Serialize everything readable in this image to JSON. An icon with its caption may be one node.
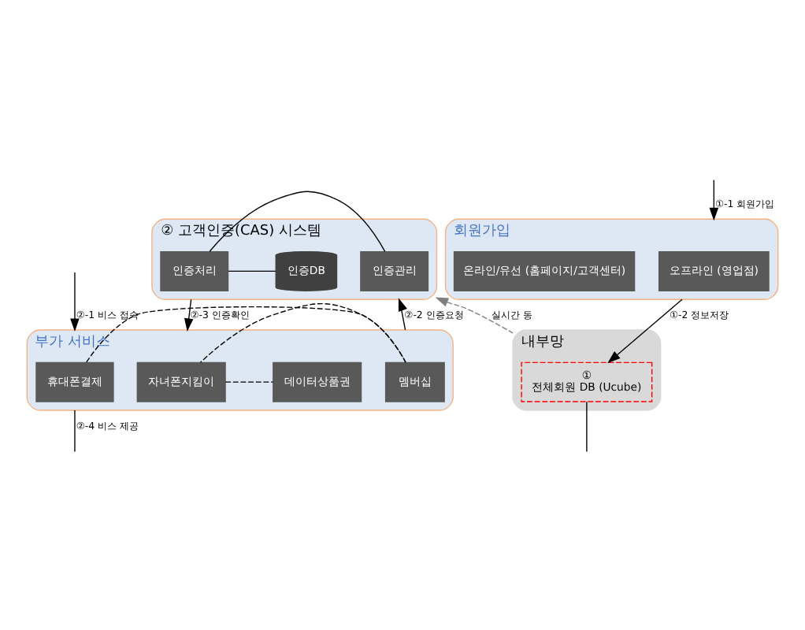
{
  "diagram": {
    "nodes": [
      {
        "text": [
          "② 고객인증(CAS) 시스템"
        ]
      },
      {
        "text": [
          "인증관리"
        ],
        "in": 0
      },
      {
        "text": [
          "인증처리"
        ],
        "in": 0
      },
      {
        "text": [
          "인증DB"
        ],
        "in": 0
      },
      {
        "text": [
          "부가 서비스"
        ]
      },
      {
        "text": [
          "휴대폰결제"
        ],
        "in": 4
      },
      {
        "text": [
          "멤버십"
        ],
        "in": 4
      },
      {
        "text": [
          "자녀폰지킴이"
        ],
        "in": 4
      },
      {
        "text": [
          "데이터상품권"
        ],
        "in": 4
      },
      {
        "text": [
          "회원가입"
        ]
      },
      {
        "text": [
          "오프라인 (영업점)"
        ],
        "in": 9
      },
      {
        "text": [
          "온라인/유선 (홈페이지/고객센터)"
        ],
        "in": 9
      },
      {
        "text": [
          "내부망"
        ]
      },
      {
        "text": [
          "①",
          "전체회원 DB (Ucube)"
        ],
        "in": 12
      }
    ],
    "edges": [
      {
        "from": 1,
        "to": 2,
        "arrow": "none"
      },
      {
        "from": 2,
        "to": 3,
        "arrow": "none"
      },
      {
        "from": 4,
        "to": 0,
        "arrow": "to",
        "label": "②-2 인증요청"
      },
      {
        "from": 0,
        "to": 4,
        "arrow": "to",
        "label": "②-3 인증확인"
      },
      {
        "from": 5,
        "to": 6,
        "arrow": "none",
        "style": "dashed"
      },
      {
        "from": 6,
        "to": 7,
        "arrow": "none",
        "style": "dashed"
      },
      {
        "from": 7,
        "to": 8,
        "arrow": "none",
        "style": "dashed"
      },
      {
        "from": null,
        "to": 4,
        "arrow": "to",
        "label": "②-1 비스 접속"
      },
      {
        "from": 4,
        "to": null,
        "arrow": "none",
        "label": "②-4 비스 제공"
      },
      {
        "from": null,
        "to": 9,
        "arrow": "to",
        "label": "①-1 회원가입"
      },
      {
        "from": 9,
        "to": 13,
        "arrow": "to",
        "label": "①-2 정보저장"
      },
      {
        "from": 12,
        "to": 0,
        "arrow": "to",
        "label": "실시간 동",
        "style": "dashed",
        "color": "#7f7f7f"
      },
      {
        "from": 13,
        "to": null,
        "arrow": "none"
      }
    ]
  }
}
